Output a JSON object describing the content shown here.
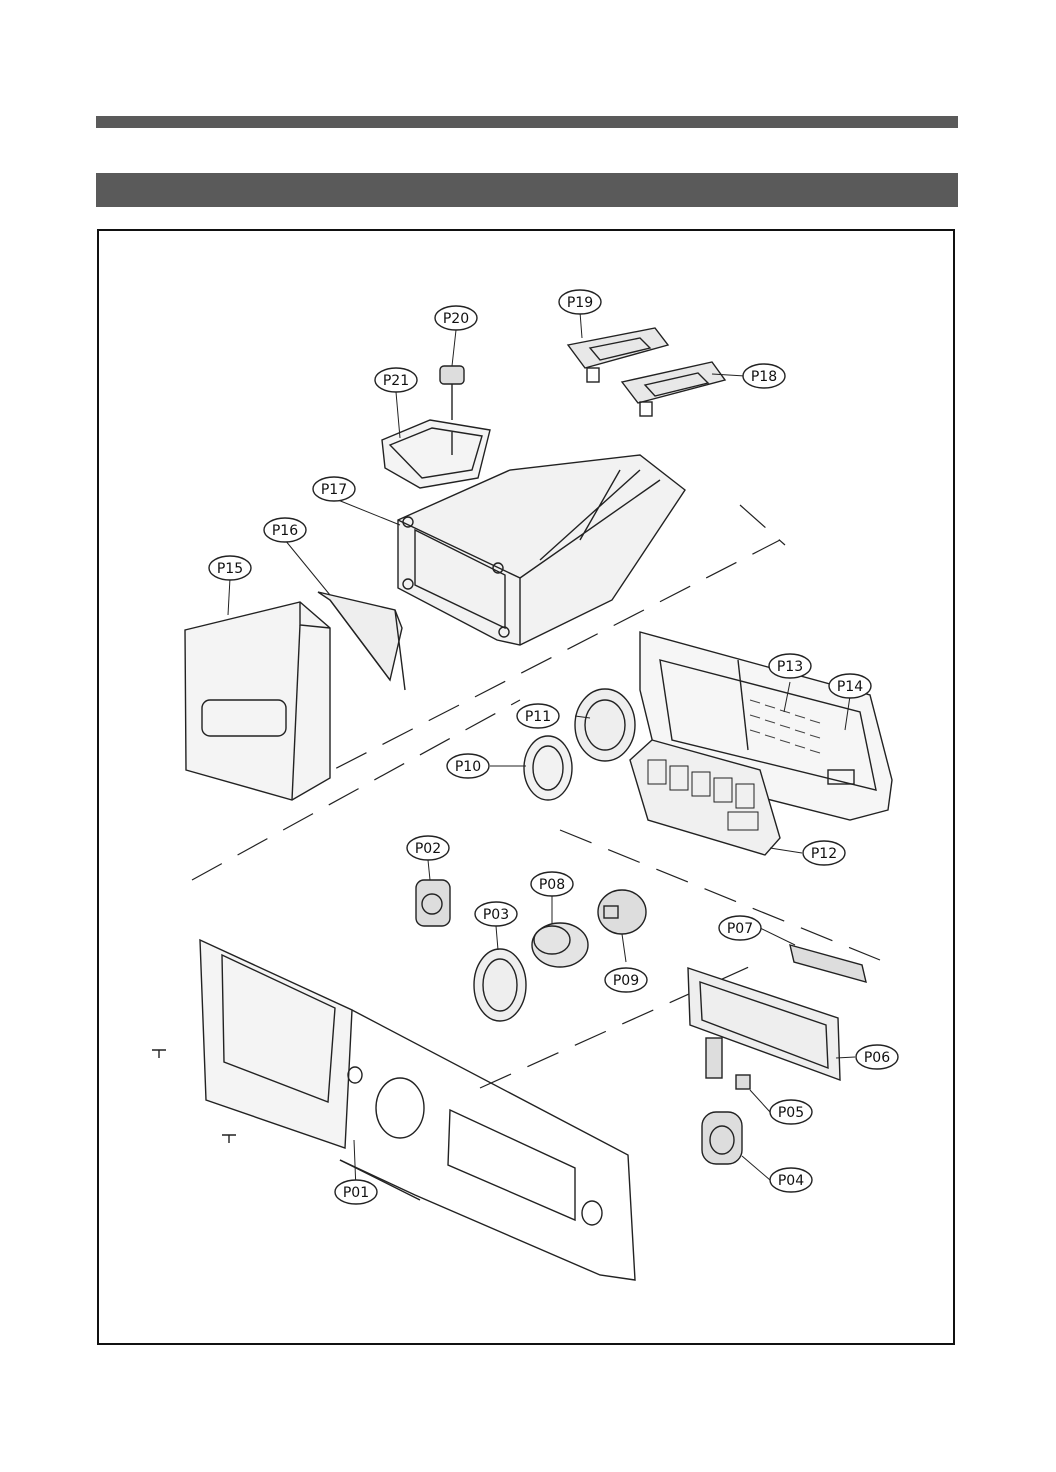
{
  "diagram": {
    "callouts": [
      {
        "id": "p01",
        "label": "P01"
      },
      {
        "id": "p02",
        "label": "P02"
      },
      {
        "id": "p03",
        "label": "P03"
      },
      {
        "id": "p04",
        "label": "P04"
      },
      {
        "id": "p05",
        "label": "P05"
      },
      {
        "id": "p06",
        "label": "P06"
      },
      {
        "id": "p07",
        "label": "P07"
      },
      {
        "id": "p08",
        "label": "P08"
      },
      {
        "id": "p09",
        "label": "P09"
      },
      {
        "id": "p10",
        "label": "P10"
      },
      {
        "id": "p11",
        "label": "P11"
      },
      {
        "id": "p12",
        "label": "P12"
      },
      {
        "id": "p13",
        "label": "P13"
      },
      {
        "id": "p14",
        "label": "P14"
      },
      {
        "id": "p15",
        "label": "P15"
      },
      {
        "id": "p16",
        "label": "P16"
      },
      {
        "id": "p17",
        "label": "P17"
      },
      {
        "id": "p18",
        "label": "P18"
      },
      {
        "id": "p19",
        "label": "P19"
      },
      {
        "id": "p20",
        "label": "P20"
      },
      {
        "id": "p21",
        "label": "P21"
      }
    ]
  }
}
